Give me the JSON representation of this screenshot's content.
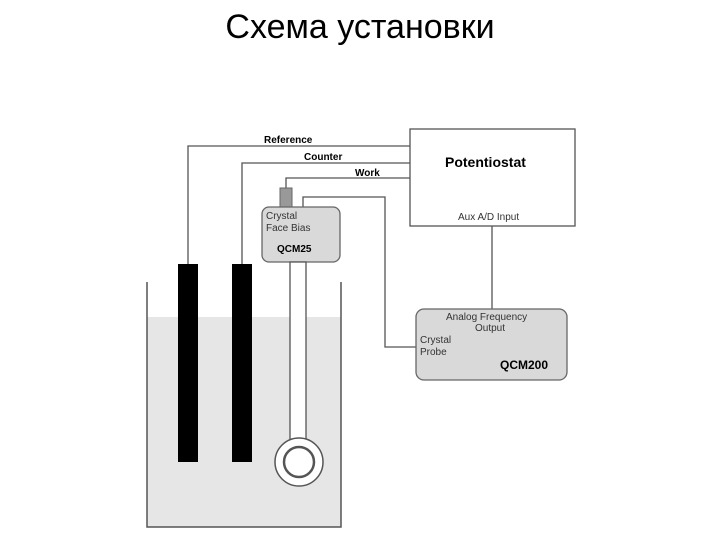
{
  "title": "Схема установки",
  "wires": {
    "reference": "Reference",
    "counter": "Counter",
    "work": "Work"
  },
  "potentiostat": {
    "name": "Potentiostat",
    "port": "Aux A/D Input"
  },
  "qcm25": {
    "line1": "Crystal",
    "line2": "Face Bias",
    "name": "QCM25"
  },
  "qcm200": {
    "output_line1": "Analog Frequency",
    "output_line2": "Output",
    "probe_line1": "Crystal",
    "probe_line2": "Probe",
    "name": "QCM200"
  },
  "colors": {
    "box_fill": "#d9d9d9",
    "liquid": "#e6e6e6",
    "electrode": "#000000",
    "line": "#555555"
  }
}
